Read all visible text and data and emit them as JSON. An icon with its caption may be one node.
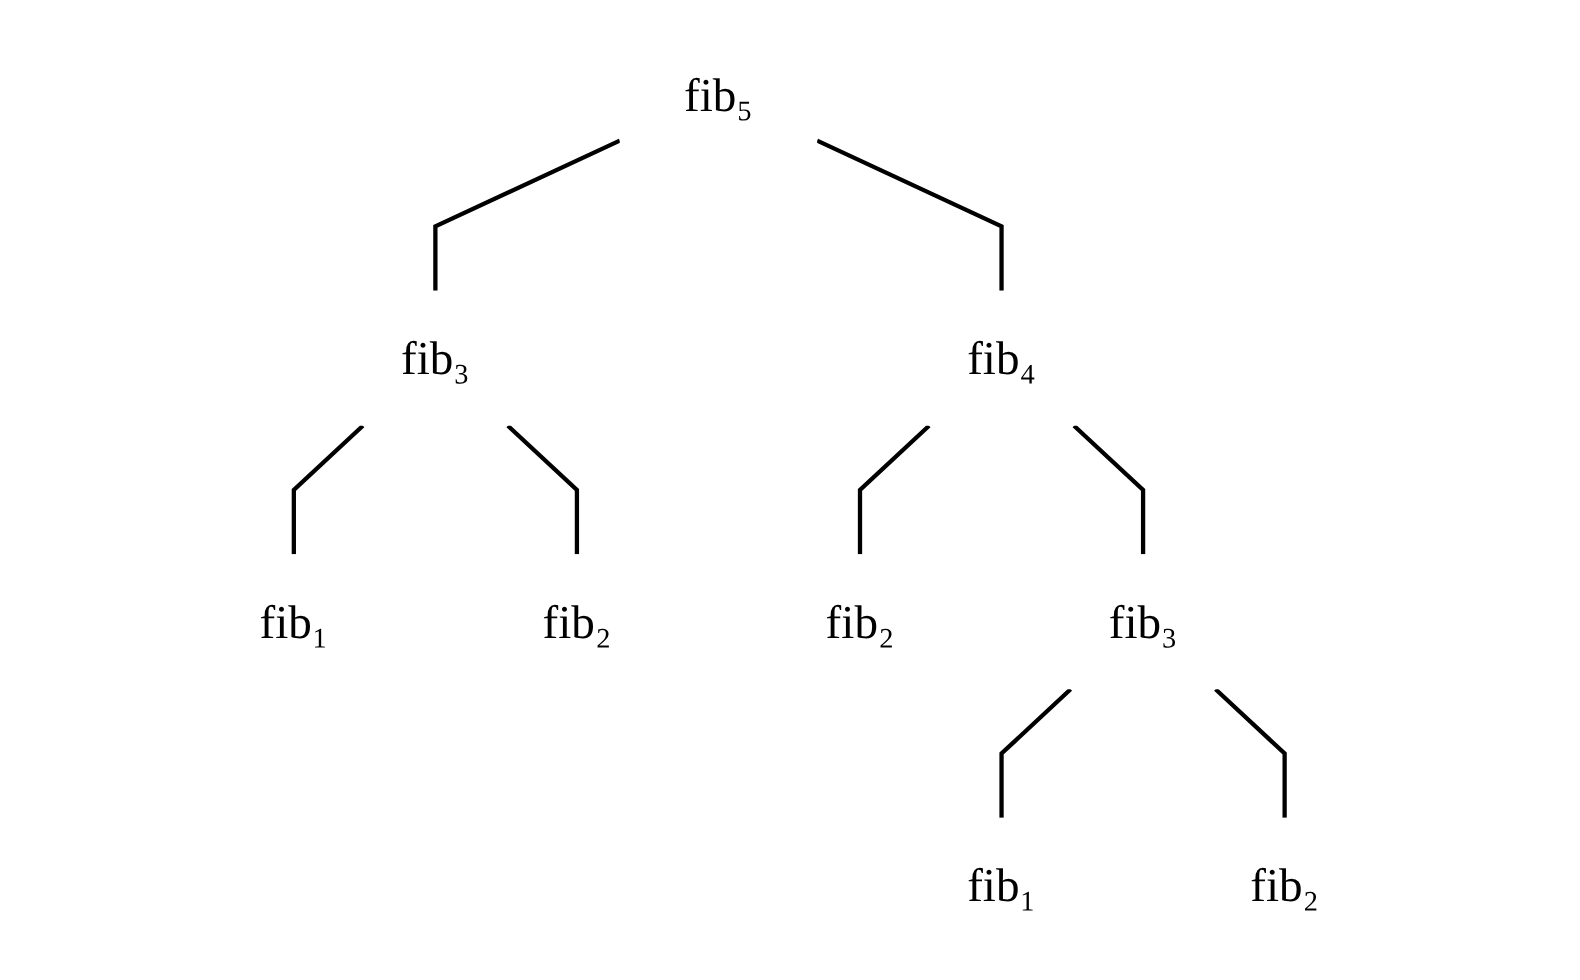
{
  "diagram": {
    "nodes": [
      {
        "text": [
          "fib₅"
        ]
      },
      {
        "text": [
          "fib₃"
        ]
      },
      {
        "text": [
          "fib₄"
        ]
      },
      {
        "text": [
          "fib₁"
        ]
      },
      {
        "text": [
          "fib₂"
        ]
      },
      {
        "text": [
          "fib₂"
        ]
      },
      {
        "text": [
          "fib₃"
        ]
      },
      {
        "text": [
          "fib₁"
        ]
      },
      {
        "text": [
          "fib₂"
        ]
      }
    ],
    "edges": [
      {
        "from": 0,
        "to": 1,
        "arrow": "none"
      },
      {
        "from": 0,
        "to": 2,
        "arrow": "none"
      },
      {
        "from": 1,
        "to": 3,
        "arrow": "none"
      },
      {
        "from": 1,
        "to": 4,
        "arrow": "none"
      },
      {
        "from": 2,
        "to": 5,
        "arrow": "none"
      },
      {
        "from": 2,
        "to": 6,
        "arrow": "none"
      },
      {
        "from": 6,
        "to": 7,
        "arrow": "none"
      },
      {
        "from": 6,
        "to": 8,
        "arrow": "none"
      }
    ]
  }
}
